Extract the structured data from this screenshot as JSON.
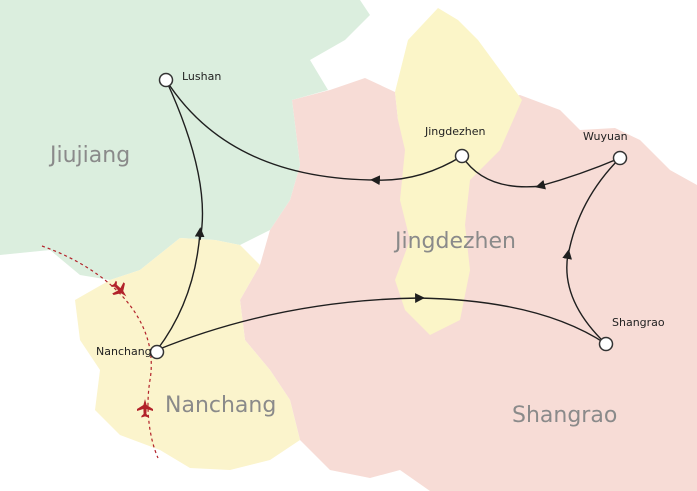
{
  "regions": {
    "jiujiang": {
      "label": "Jiujiang",
      "color": "#dbeede"
    },
    "jingdezhen": {
      "label": "Jingdezhen",
      "color": "#fbf5c8"
    },
    "shangrao": {
      "label": "Shangrao",
      "color": "#f7dcd6"
    },
    "nanchang": {
      "label": "Nanchang",
      "color": "#fbf4cc"
    }
  },
  "cities": {
    "lushan": {
      "label": "Lushan"
    },
    "jingdezhen": {
      "label": "Jingdezhen"
    },
    "wuyuan": {
      "label": "Wuyuan"
    },
    "shangrao": {
      "label": "Shangrao"
    },
    "nanchang": {
      "label": "Nanchang"
    }
  },
  "flight_path_color": "#b2222a",
  "icons": {
    "airplane": "airplane-icon"
  }
}
